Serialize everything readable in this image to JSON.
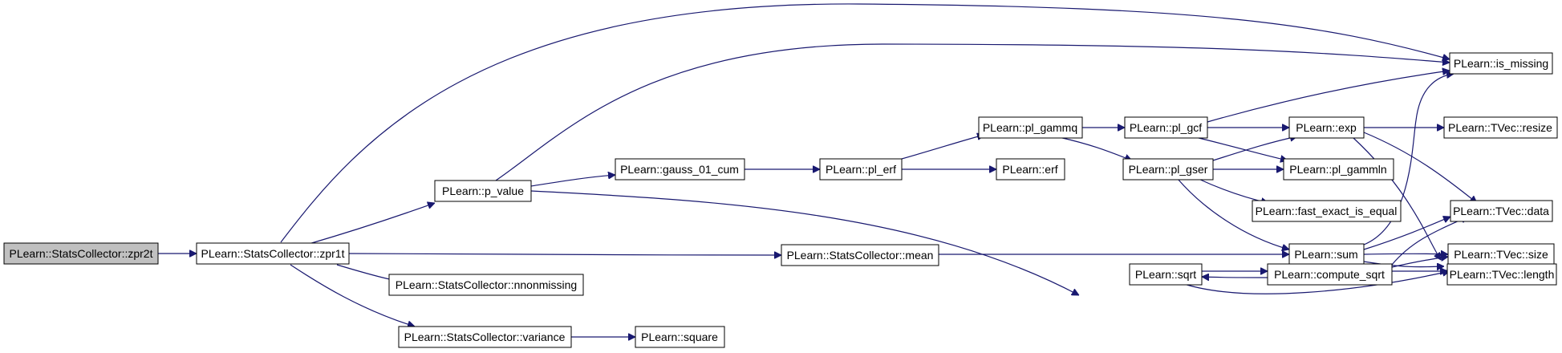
{
  "graph": {
    "edge_color": "#191970",
    "root_fill": "#c0c0c0",
    "nodes": {
      "zpr2t": "PLearn::StatsCollector::zpr2t",
      "zpr1t": "PLearn::StatsCollector::zpr1t",
      "p_value": "PLearn::p_value",
      "nnonmissing": "PLearn::StatsCollector::nnonmissing",
      "variance": "PLearn::StatsCollector::variance",
      "gauss_01_cum": "PLearn::gauss_01_cum",
      "mean": "PLearn::StatsCollector::mean",
      "square": "PLearn::square",
      "pl_erf": "PLearn::pl_erf",
      "pl_gammq": "PLearn::pl_gammq",
      "erf": "PLearn::erf",
      "pl_gcf": "PLearn::pl_gcf",
      "pl_gser": "PLearn::pl_gser",
      "sqrt": "PLearn::sqrt",
      "exp": "PLearn::exp",
      "pl_gammln": "PLearn::pl_gammln",
      "fast_exact_is_equal": "PLearn::fast_exact_is_equal",
      "sum": "PLearn::sum",
      "compute_sqrt": "PLearn::compute_sqrt",
      "is_missing": "PLearn::is_missing",
      "resize": "PLearn::TVec::resize",
      "data": "PLearn::TVec::data",
      "size": "PLearn::TVec::size",
      "length": "PLearn::TVec::length"
    }
  }
}
